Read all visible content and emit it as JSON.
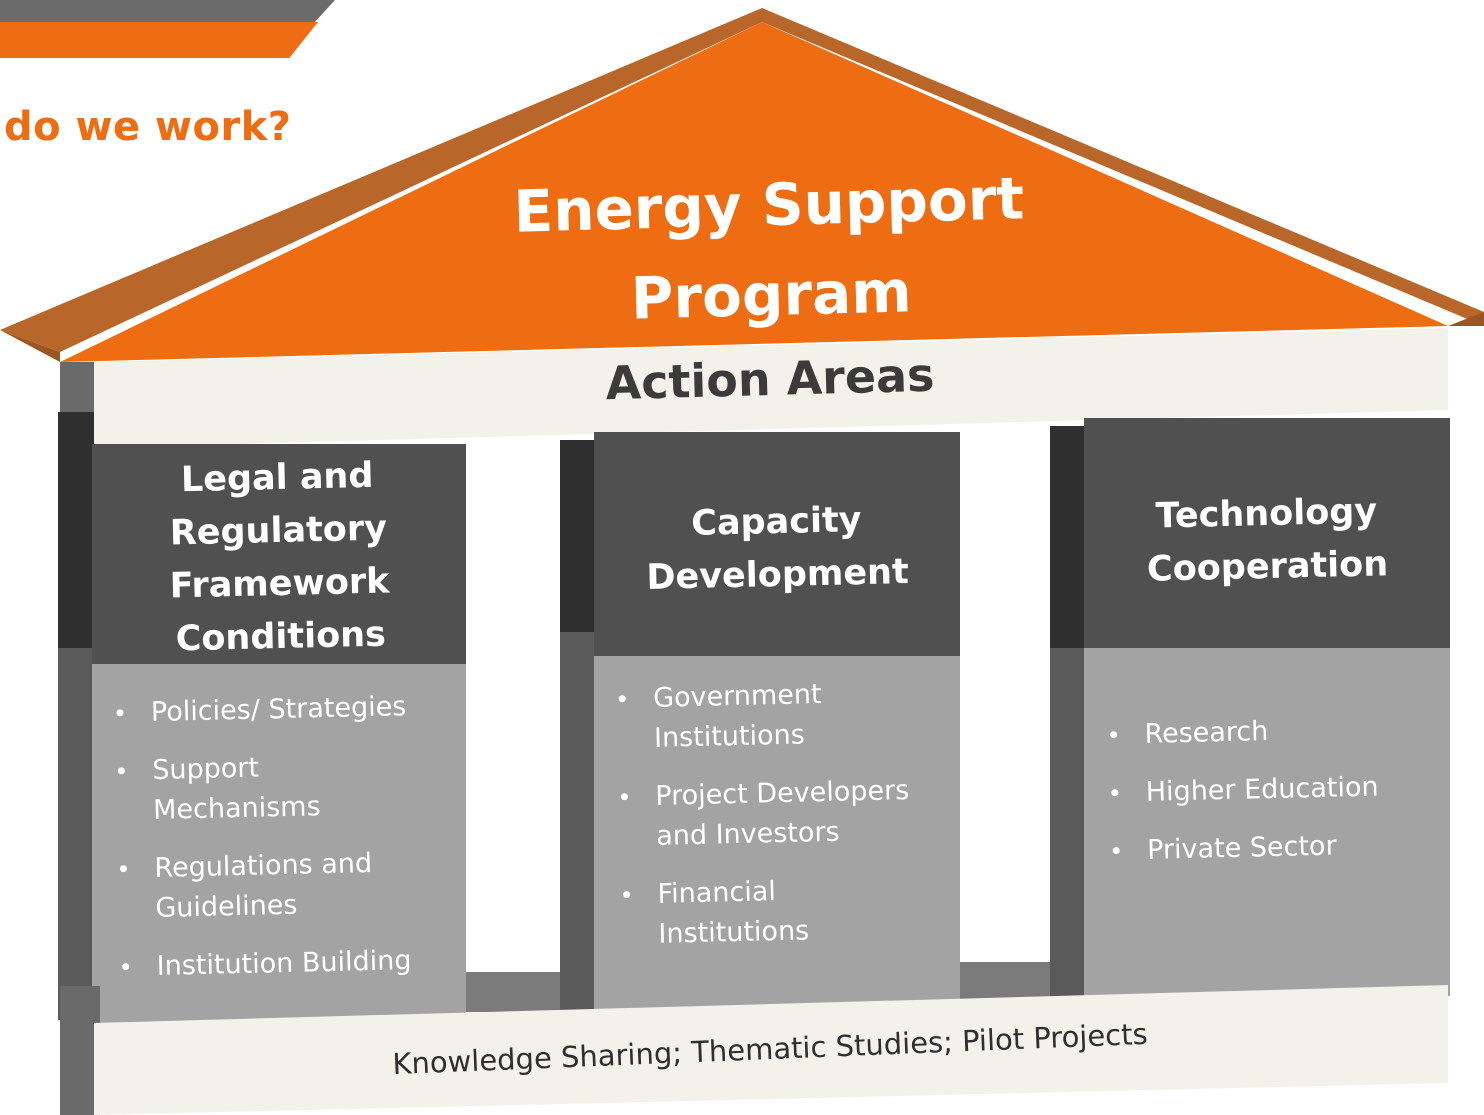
{
  "header": {
    "question": "do we work?"
  },
  "roof": {
    "title_line1": "Energy Support",
    "title_line2": "Program"
  },
  "beam": {
    "label": "Action Areas"
  },
  "pillars": [
    {
      "title": [
        "Legal and",
        "Regulatory",
        "Framework",
        "Conditions"
      ],
      "items": [
        [
          "Policies/ Strategies"
        ],
        [
          "Support",
          "Mechanisms"
        ],
        [
          "Regulations and",
          "Guidelines"
        ],
        [
          "Institution Building"
        ]
      ]
    },
    {
      "title": [
        "Capacity",
        "Development"
      ],
      "items": [
        [
          "Government",
          "Institutions"
        ],
        [
          "Project Developers",
          "and Investors"
        ],
        [
          " Financial",
          "Institutions"
        ]
      ]
    },
    {
      "title": [
        "Technology",
        "Cooperation"
      ],
      "items": [
        [
          "Research"
        ],
        [
          "Higher Education"
        ],
        [
          "Private Sector"
        ]
      ]
    }
  ],
  "foundation": {
    "label": "Knowledge Sharing; Thematic Studies; Pilot Projects"
  },
  "colors": {
    "orange": "#ee6c12",
    "dark_grey": "#505050",
    "light_grey": "#a3a3a3",
    "cream": "#f3f2ea"
  }
}
